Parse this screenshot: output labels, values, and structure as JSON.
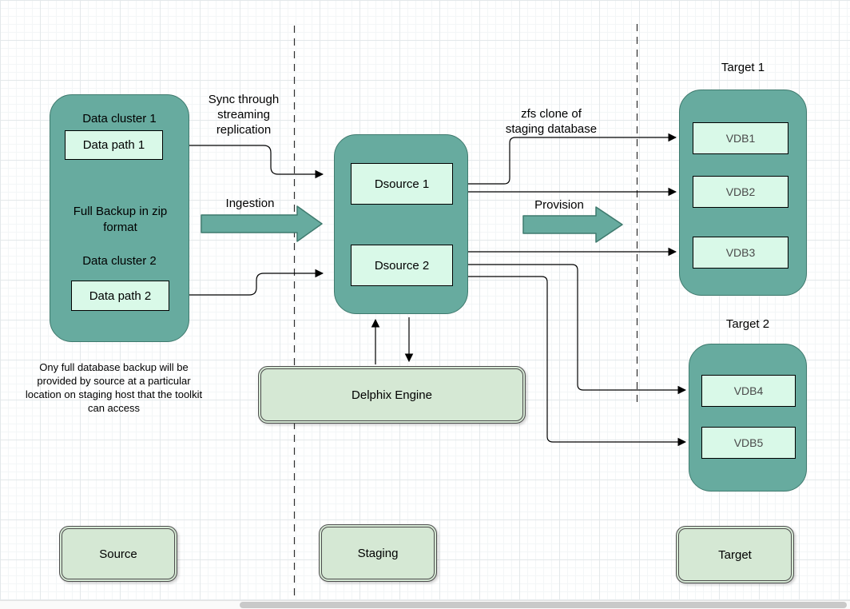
{
  "labels": {
    "sync_replication": "Sync through streaming replication",
    "ingestion": "Ingestion",
    "zfs_clone": "zfs clone of staging database",
    "provision": "Provision"
  },
  "source": {
    "cluster1_title": "Data cluster 1",
    "data_path_1": "Data path 1",
    "full_backup": "Full Backup in zip format",
    "cluster2_title": "Data cluster 2",
    "data_path_2": "Data path 2",
    "note": "Ony full database backup will be provided by source at a particular location on staging host that the toolkit can access"
  },
  "staging": {
    "dsource_1": "Dsource 1",
    "dsource_2": "Dsource 2",
    "delphix_engine": "Delphix Engine"
  },
  "target": {
    "group1_title": "Target 1",
    "group1_vdbs": [
      "VDB1",
      "VDB2",
      "VDB3"
    ],
    "group2_title": "Target 2",
    "group2_vdbs": [
      "VDB4",
      "VDB5"
    ]
  },
  "zones": {
    "source": "Source",
    "staging": "Staging",
    "target": "Target"
  },
  "colors": {
    "node_teal_fill": "#67AB9F",
    "node_teal_stroke": "#3F7A6E",
    "inner_box_fill": "#D9F9E8",
    "inner_box_stroke": "#000000",
    "engine_fill": "#D5E8D4",
    "engine_stroke": "#4D4D4D",
    "connector": "#000000"
  }
}
